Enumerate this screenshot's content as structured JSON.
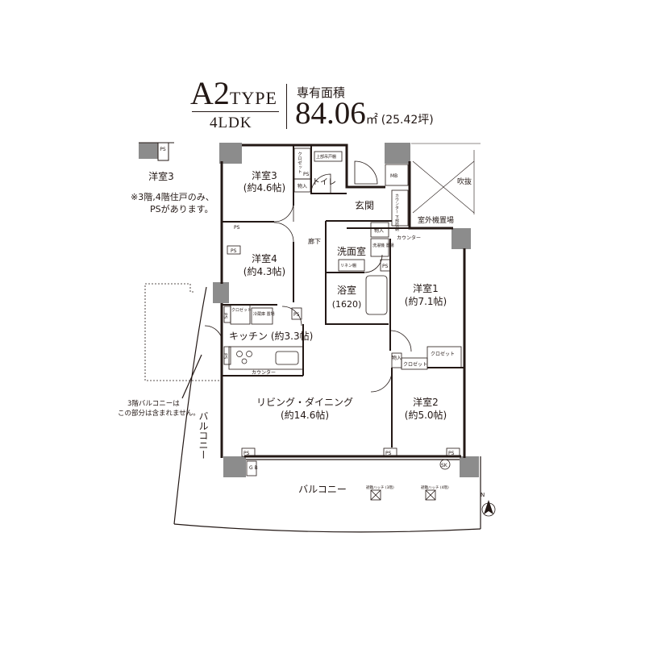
{
  "header": {
    "type_code": "A2",
    "type_word": "TYPE",
    "layout": "4LDK",
    "area_label": "専有面積",
    "area_value": "84.06",
    "area_unit": "㎡",
    "area_tsubo": "(25.42坪)"
  },
  "inset": {
    "room": "洋室3",
    "ps": "PS",
    "note_line1": "※3階,4階住戸のみ、",
    "note_line2": "PSがあります。"
  },
  "rooms": {
    "western3_name": "洋室3",
    "western3_size": "(約4.6帖)",
    "western4_name": "洋室4",
    "western4_size": "(約4.3帖)",
    "western1_name": "洋室1",
    "western1_size": "(約7.1帖)",
    "western2_name": "洋室2",
    "western2_size": "(約5.0帖)",
    "toilet": "トイレ",
    "entrance": "玄関",
    "corridor": "廊下",
    "washroom": "洗面室",
    "bathroom_name": "浴室",
    "bathroom_size": "(1620)",
    "kitchen": "キッチン (約3.3帖)",
    "living_name": "リビング・ダイニング",
    "living_size": "(約14.6帖)",
    "balcony_south": "バルコニー",
    "balcony_west": "バルコニー",
    "void": "吹抜",
    "outdoor_unit": "室外機置場"
  },
  "fixtures": {
    "closet": "クロゼット",
    "closet_short": "クロ\nゼット",
    "storage": "物入",
    "counter": "カウンター",
    "linen": "リネン棚",
    "washer": "洗濯機\n置場",
    "fridge": "冷蔵庫\n置場",
    "upper_cabinet": "上部吊戸棚",
    "shoe_counter": "カウンター\n下部収納",
    "mb": "MB",
    "ps": "PS",
    "gb": "G\nB",
    "sk": "SK",
    "hatch_3f": "避難ハッチ\n(3階)",
    "hatch_4f": "避難ハッチ\n(4階)"
  },
  "notes": {
    "balcony_3f_line1": "3階バルコニーは",
    "balcony_3f_line2": "この部分は含まれません。"
  },
  "compass": {
    "label": "N"
  }
}
